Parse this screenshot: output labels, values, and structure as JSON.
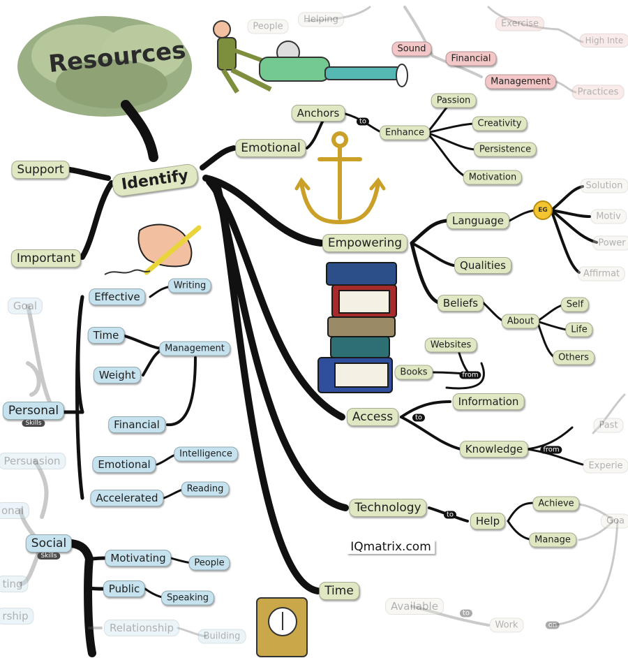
{
  "central": {
    "title": "Resources",
    "subtitle": "Identify"
  },
  "watermark": "IQmatrix.com",
  "nodes": {
    "support": "Support",
    "important": "Important",
    "emotional": "Emotional",
    "anchors": "Anchors",
    "enhance": "Enhance",
    "passion": "Passion",
    "creativity": "Creativity",
    "persistence": "Persistence",
    "motivation": "Motivation",
    "empowering": "Empowering",
    "language": "Language",
    "eg": "EG",
    "solution": "Solution",
    "motiv": "Motiv",
    "power": "Power",
    "affirmat": "Affirmat",
    "qualities": "Qualities",
    "beliefs": "Beliefs",
    "about": "About",
    "self": "Self",
    "life": "Life",
    "others": "Others",
    "access": "Access",
    "information": "Information",
    "websites": "Websites",
    "books": "Books",
    "knowledge": "Knowledge",
    "past": "Past",
    "experie": "Experie",
    "technology": "Technology",
    "help": "Help",
    "achieve": "Achieve",
    "manage": "Manage",
    "goa": "Goa",
    "time": "Time",
    "available": "Available",
    "work": "Work",
    "effective": "Effective",
    "writing": "Writing",
    "time2": "Time",
    "weight": "Weight",
    "management": "Management",
    "financial": "Financial",
    "emotional2": "Emotional",
    "intelligence": "Intelligence",
    "accelerated": "Accelerated",
    "reading": "Reading",
    "goal": "Goal",
    "personal": "Personal",
    "skills": "Skills",
    "persuasion": "Persuasion",
    "onal": "onal",
    "social": "Social",
    "skills2": "Skills",
    "ting": "ting",
    "rship": "rship",
    "motivating": "Motivating",
    "people": "People",
    "public": "Public",
    "speaking": "Speaking",
    "relationship": "Relationship",
    "building": "Building",
    "people_top": "People",
    "helping": "Helping",
    "sound": "Sound",
    "financial_top": "Financial",
    "management_top": "Management",
    "practices": "Practices",
    "exercise": "Exercise",
    "high_inte": "High Inte"
  },
  "connectors": {
    "to": "to",
    "from": "from",
    "on": "on"
  }
}
